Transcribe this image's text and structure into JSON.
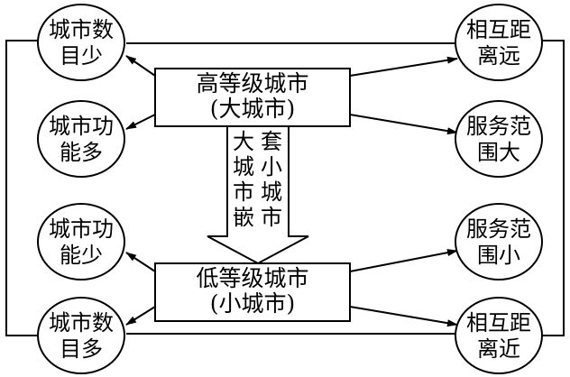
{
  "diagram": {
    "top_box": {
      "line1": "高等级城市",
      "line2": "(大城市)"
    },
    "bottom_box": {
      "line1": "低等级城市",
      "line2": "(小城市)"
    },
    "center_arrow": {
      "left_column": [
        "大",
        "城",
        "市",
        "嵌"
      ],
      "right_column": [
        "套",
        "小",
        "城",
        "市"
      ]
    },
    "left_ovals": [
      {
        "line1": "城市数",
        "line2": "目少"
      },
      {
        "line1": "城市功",
        "line2": "能多"
      },
      {
        "line1": "城市功",
        "line2": "能少"
      },
      {
        "line1": "城市数",
        "line2": "目多"
      }
    ],
    "right_ovals": [
      {
        "line1": "相互距",
        "line2": "离远"
      },
      {
        "line1": "服务范",
        "line2": "围大"
      },
      {
        "line1": "服务范",
        "line2": "围小"
      },
      {
        "line1": "相互距",
        "line2": "离近"
      }
    ]
  }
}
